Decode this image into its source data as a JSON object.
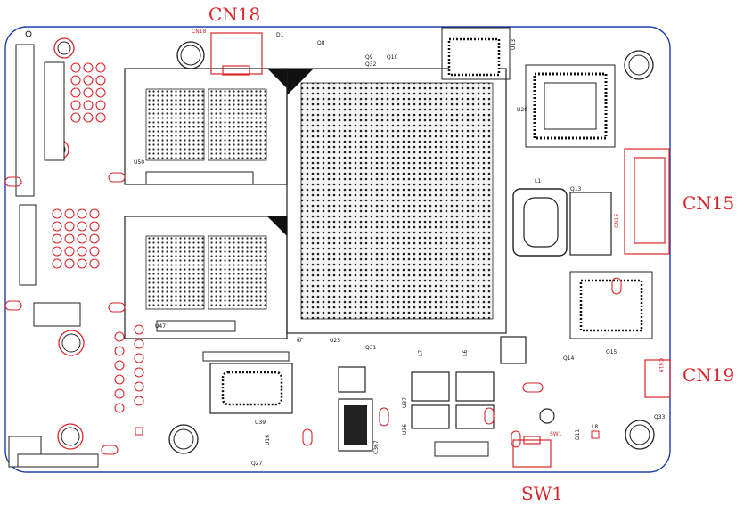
{
  "diagram": {
    "callouts": {
      "cn18": "CN18",
      "cn15": "CN15",
      "cn19": "CN19",
      "sw1": "SW1"
    },
    "silkscreen": {
      "cn18": "CN18",
      "cn15": "CN15",
      "cn19": "CN19",
      "sw1": "SW1",
      "u50": "U50",
      "u47": "U47",
      "u25": "U25",
      "u20": "U20",
      "u13": "U13",
      "u36": "U36",
      "u37": "U37",
      "u39": "U39",
      "u16": "U16",
      "q8": "Q8",
      "q9": "Q9",
      "q10": "Q10",
      "q13": "Q13",
      "q14": "Q14",
      "q15": "Q15",
      "q27": "Q27",
      "q31": "Q31",
      "q32": "Q32",
      "q33": "Q33",
      "l1": "L1",
      "l6": "L6",
      "l7": "L7",
      "l8": "L8",
      "d1": "D1",
      "d11": "D11",
      "bj": "BJ",
      "c367": "C367"
    },
    "colors": {
      "outline": "#1f3fa8",
      "highlight": "#d8262a",
      "ink": "#111111"
    }
  }
}
